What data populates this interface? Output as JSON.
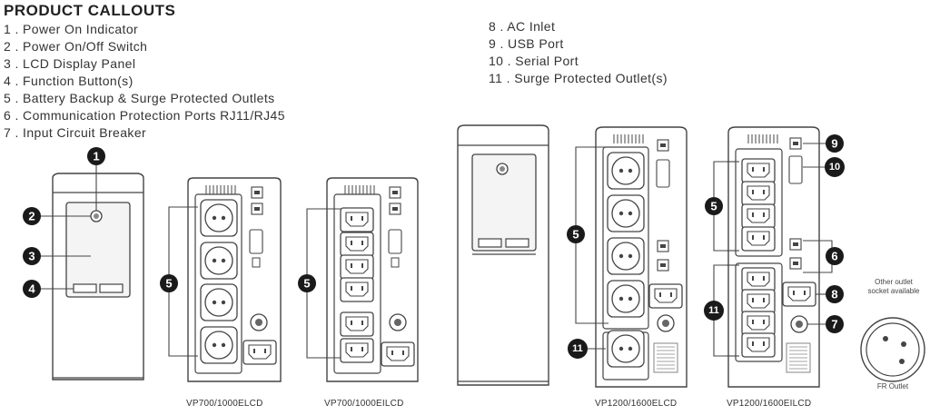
{
  "title": "PRODUCT CALLOUTS",
  "callouts_left": [
    "1 . Power On Indicator",
    "2 . Power On/Off Switch",
    "3 . LCD Display Panel",
    "4 . Function Button(s)",
    "5 . Battery Backup & Surge Protected Outlets",
    "6 . Communication Protection Ports RJ11/RJ45",
    "7 . Input Circuit Breaker"
  ],
  "callouts_right": [
    "8 . AC Inlet",
    "9 . USB Port",
    "10 . Serial Port",
    "11 . Surge Protected Outlet(s)"
  ],
  "captions": {
    "model1": "VP700/1000ELCD",
    "model2": "VP700/1000EILCD",
    "model3": "VP1200/1600ELCD",
    "model4": "VP1200/1600EILCD",
    "fr_outlet": "FR Outlet"
  },
  "other_outlet_note_line1": "Other outlet",
  "other_outlet_note_line2": "socket available",
  "bubble_numbers": {
    "b1": "1",
    "b2": "2",
    "b3": "3",
    "b4": "4",
    "b5a": "5",
    "b5b": "5",
    "b5c": "5",
    "b5d": "5",
    "b6": "6",
    "b7": "7",
    "b8": "8",
    "b9": "9",
    "b10": "10",
    "b11a": "11",
    "b11b": "11"
  },
  "colors": {
    "line": "#444444",
    "bubble": "#1a1a1a",
    "panel": "#f4f4f4"
  }
}
